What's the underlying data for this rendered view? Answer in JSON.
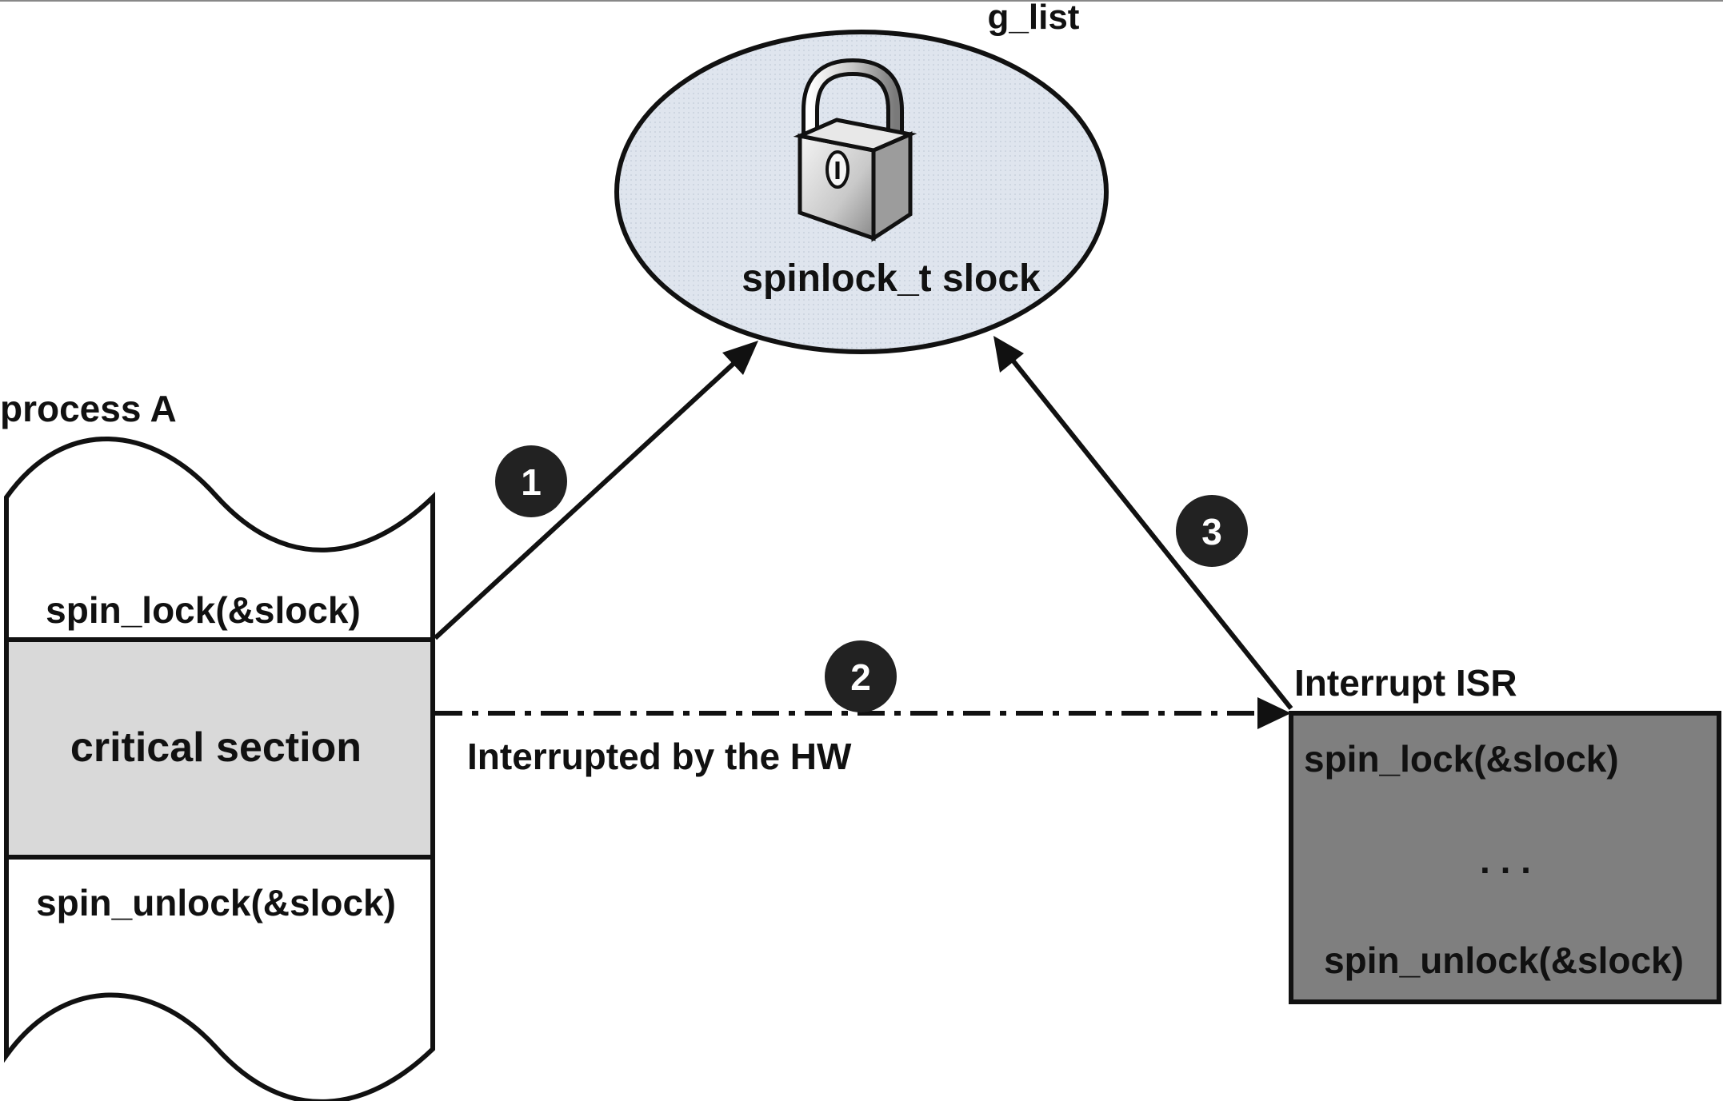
{
  "shared_object": {
    "title": "g_list",
    "lock_label": "spinlock_t slock",
    "icon": "padlock-icon",
    "fill_color": "#dfe5ee"
  },
  "process": {
    "title": "process A",
    "lock_call": "spin_lock(&slock)",
    "critical_label": "critical section",
    "unlock_call": "spin_unlock(&slock)",
    "critical_fill": "#d9d9d9"
  },
  "interrupt": {
    "title": "Interrupt ISR",
    "lock_call": "spin_lock(&slock)",
    "ellipsis": ". . .",
    "unlock_call": "spin_unlock(&slock)",
    "box_fill": "#7f7f7f"
  },
  "steps": [
    {
      "number": "1"
    },
    {
      "number": "2",
      "edge_label": "Interrupted by the HW"
    },
    {
      "number": "3"
    }
  ]
}
